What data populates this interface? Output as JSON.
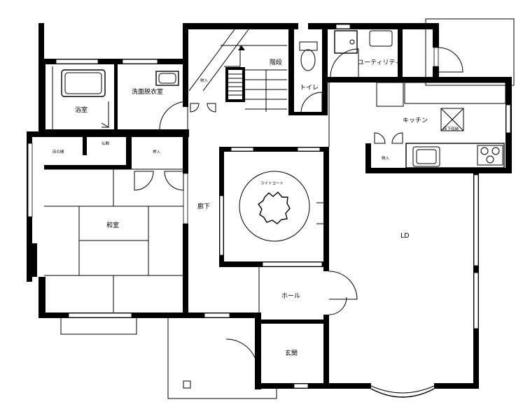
{
  "rooms": {
    "bathroom": "浴室",
    "washroom": "洗面脱衣室",
    "stairs": "階段",
    "toilet": "トイレ",
    "utility": "ユーティリティ",
    "kitchen": "キッチン",
    "tokonoma": "床の間",
    "butsuma": "仏間",
    "oshiire": "押入",
    "washitsu": "和室",
    "corridor": "廊下",
    "lightcourt": "ライトコート",
    "ld": "LD",
    "hall": "ホール",
    "entrance": "玄関",
    "storage_stair": "物入",
    "storage_kitchen": "物入",
    "underfloor": "床下収納"
  }
}
